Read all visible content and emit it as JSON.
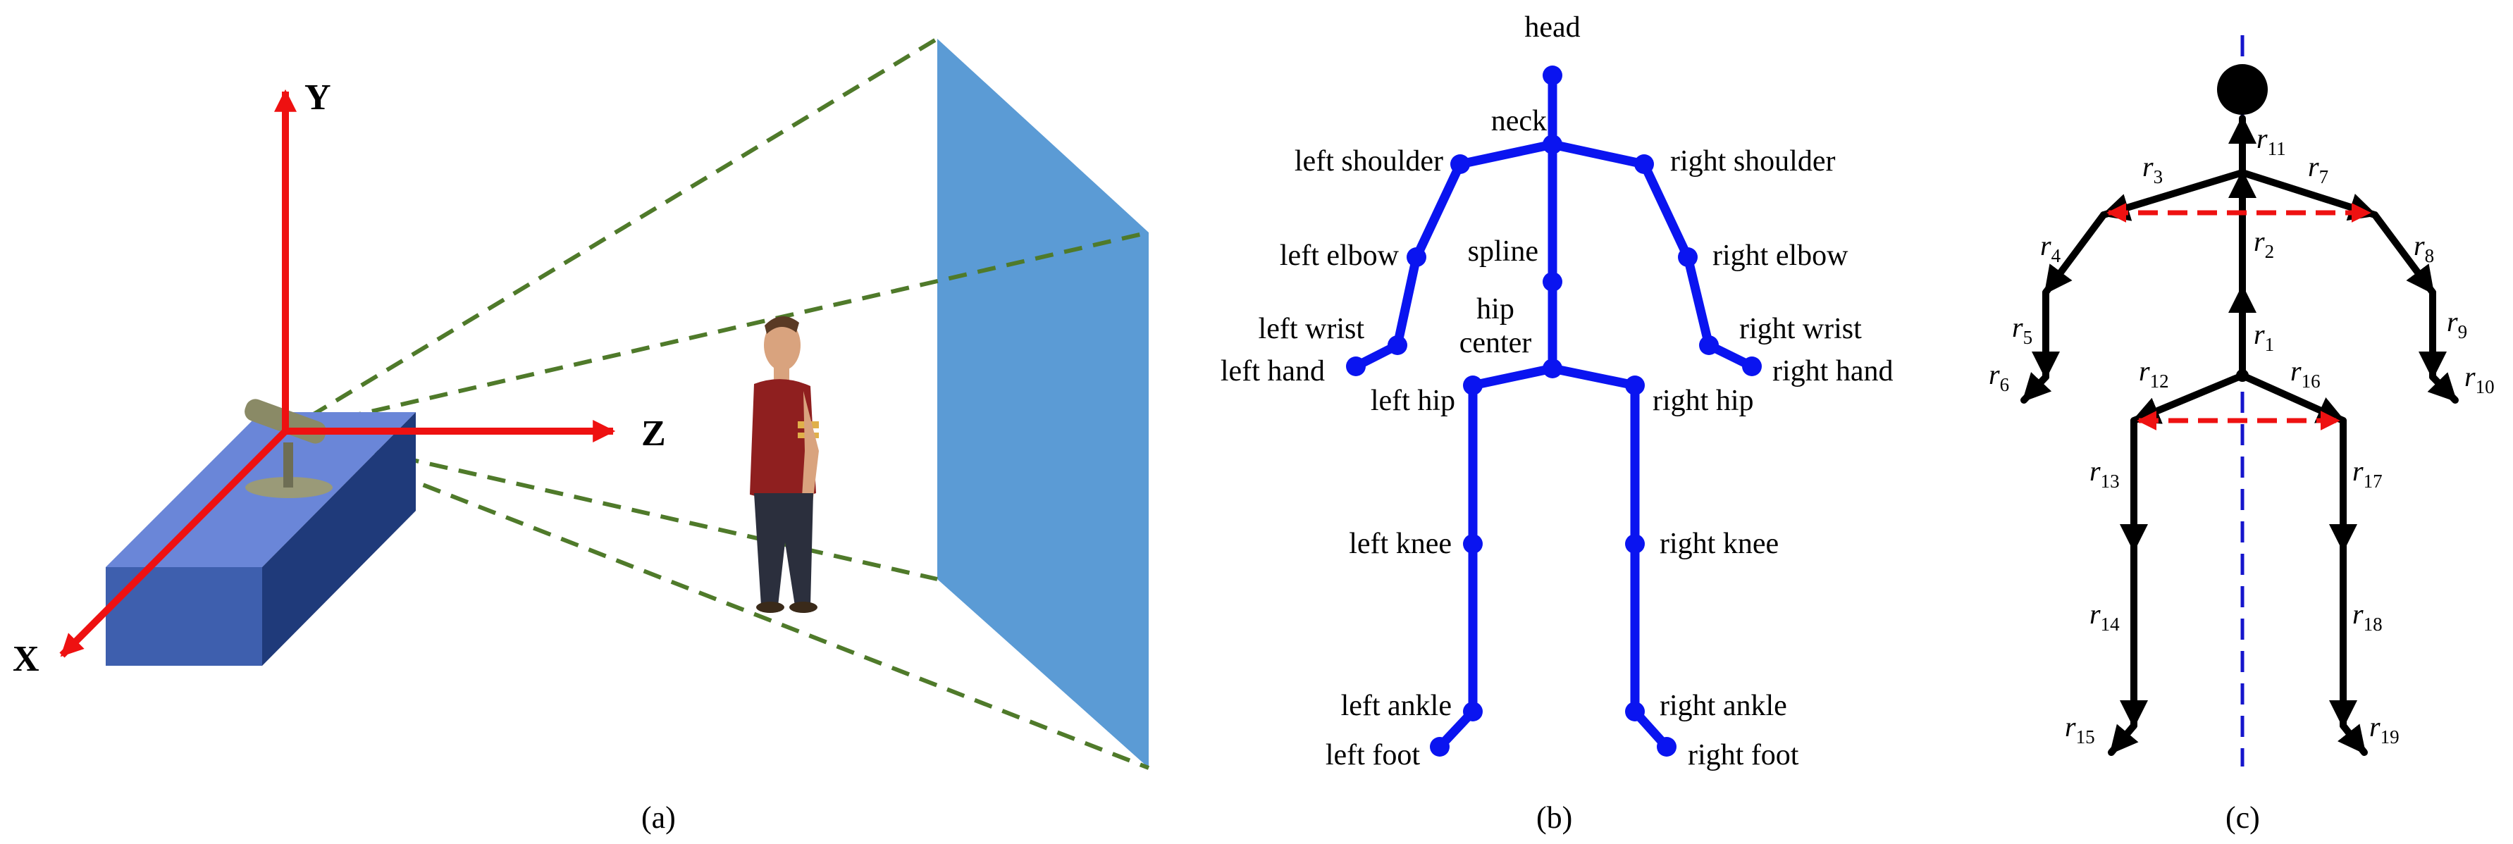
{
  "panel_a": {
    "axes": {
      "x": "X",
      "y": "Y",
      "z": "Z"
    },
    "caption": "(a)",
    "colors": {
      "axis": "#ee1111",
      "frustum": "#4f7a2a",
      "screen": "#5b9bd5",
      "sensor_box": "#3e5fae"
    }
  },
  "panel_b": {
    "caption": "(b)",
    "color": "#0a14f0",
    "labels": {
      "head": "head",
      "neck": "neck",
      "left_shoulder": "left shoulder",
      "right_shoulder": "right shoulder",
      "left_elbow": "left elbow",
      "right_elbow": "right elbow",
      "spline": "spline",
      "hip_center_1": "hip",
      "hip_center_2": "center",
      "left_wrist": "left wrist",
      "right_wrist": "right wrist",
      "left_hand": "left hand",
      "right_hand": "right hand",
      "left_hip": "left hip",
      "right_hip": "right hip",
      "left_knee": "left knee",
      "right_knee": "right knee",
      "left_ankle": "left ankle",
      "right_ankle": "right ankle",
      "left_foot": "left foot",
      "right_foot": "right foot"
    }
  },
  "panel_c": {
    "caption": "(c)",
    "vector_letter": "r",
    "subscripts": {
      "r1": "1",
      "r2": "2",
      "r3": "3",
      "r4": "4",
      "r5": "5",
      "r6": "6",
      "r7": "7",
      "r8": "8",
      "r9": "9",
      "r10": "10",
      "r11": "11",
      "r12": "12",
      "r13": "13",
      "r14": "14",
      "r15": "15",
      "r16": "16",
      "r17": "17",
      "r18": "18",
      "r19": "19"
    },
    "colors": {
      "bones": "#000000",
      "guides": "#ee1111",
      "midline": "#1515cc"
    }
  }
}
